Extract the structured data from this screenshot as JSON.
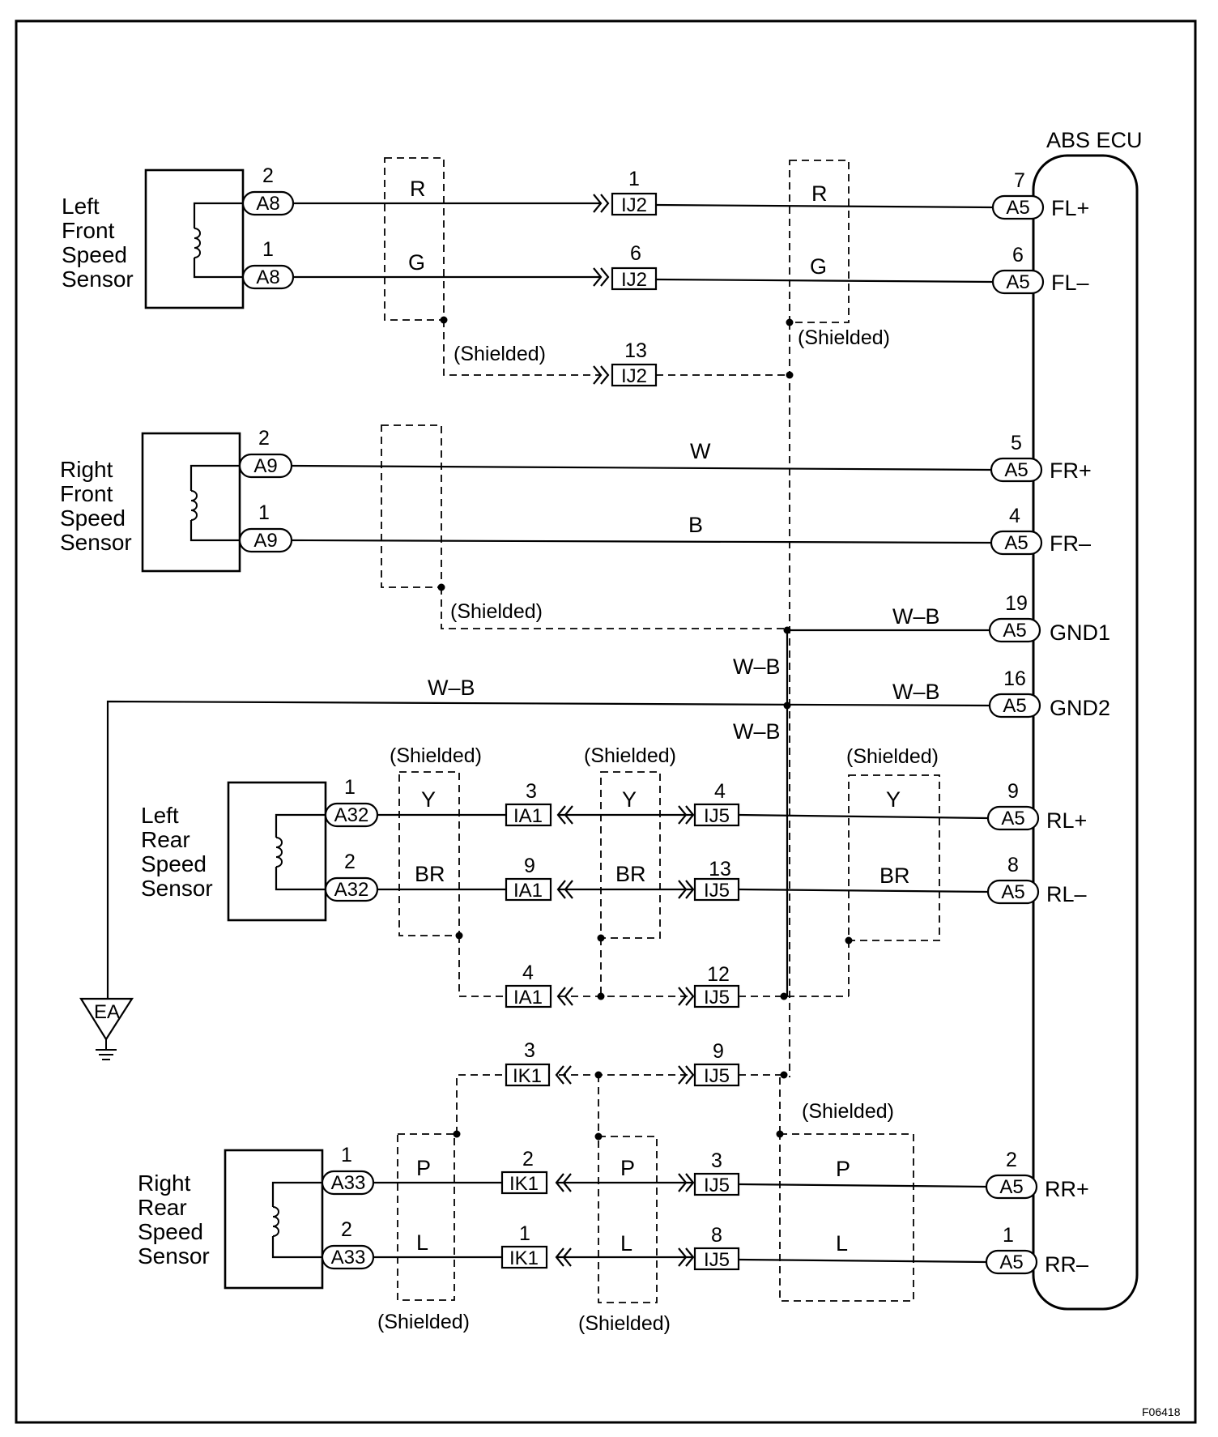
{
  "ecu": {
    "title": "ABS ECU",
    "terminals": [
      {
        "key": "fl_plus",
        "pin": "7",
        "connector": "A5",
        "name": "FL+"
      },
      {
        "key": "fl_minus",
        "pin": "6",
        "connector": "A5",
        "name": "FL–"
      },
      {
        "key": "fr_plus",
        "pin": "5",
        "connector": "A5",
        "name": "FR+"
      },
      {
        "key": "fr_minus",
        "pin": "4",
        "connector": "A5",
        "name": "FR–"
      },
      {
        "key": "gnd1",
        "pin": "19",
        "connector": "A5",
        "name": "GND1"
      },
      {
        "key": "gnd2",
        "pin": "16",
        "connector": "A5",
        "name": "GND2"
      },
      {
        "key": "rl_plus",
        "pin": "9",
        "connector": "A5",
        "name": "RL+"
      },
      {
        "key": "rl_minus",
        "pin": "8",
        "connector": "A5",
        "name": "RL–"
      },
      {
        "key": "rr_plus",
        "pin": "2",
        "connector": "A5",
        "name": "RR+"
      },
      {
        "key": "rr_minus",
        "pin": "1",
        "connector": "A5",
        "name": "RR–"
      }
    ]
  },
  "sensors": {
    "lf": {
      "lines": [
        "Left",
        "Front",
        "Speed",
        "Sensor"
      ],
      "pins": [
        {
          "pin": "2",
          "connector": "A8"
        },
        {
          "pin": "1",
          "connector": "A8"
        }
      ]
    },
    "rf": {
      "lines": [
        "Right",
        "Front",
        "Speed",
        "Sensor"
      ],
      "pins": [
        {
          "pin": "2",
          "connector": "A9"
        },
        {
          "pin": "1",
          "connector": "A9"
        }
      ]
    },
    "lr": {
      "lines": [
        "Left",
        "Rear",
        "Speed",
        "Sensor"
      ],
      "pins": [
        {
          "pin": "1",
          "connector": "A32"
        },
        {
          "pin": "2",
          "connector": "A32"
        }
      ]
    },
    "rr": {
      "lines": [
        "Right",
        "Rear",
        "Speed",
        "Sensor"
      ],
      "pins": [
        {
          "pin": "1",
          "connector": "A33"
        },
        {
          "pin": "2",
          "connector": "A33"
        }
      ]
    }
  },
  "inline_connectors": {
    "ij2_1": {
      "pin": "1",
      "name": "IJ2"
    },
    "ij2_6": {
      "pin": "6",
      "name": "IJ2"
    },
    "ij2_13": {
      "pin": "13",
      "name": "IJ2"
    },
    "ia1_3": {
      "pin": "3",
      "name": "IA1"
    },
    "ia1_9": {
      "pin": "9",
      "name": "IA1"
    },
    "ia1_4": {
      "pin": "4",
      "name": "IA1"
    },
    "ij5_4": {
      "pin": "4",
      "name": "IJ5"
    },
    "ij5_13": {
      "pin": "13",
      "name": "IJ5"
    },
    "ij5_12": {
      "pin": "12",
      "name": "IJ5"
    },
    "ik1_3": {
      "pin": "3",
      "name": "IK1"
    },
    "ij5_9": {
      "pin": "9",
      "name": "IJ5"
    },
    "ik1_2": {
      "pin": "2",
      "name": "IK1"
    },
    "ij5_3": {
      "pin": "3",
      "name": "IJ5"
    },
    "ik1_1": {
      "pin": "1",
      "name": "IK1"
    },
    "ij5_8": {
      "pin": "8",
      "name": "IJ5"
    }
  },
  "wire_colors": {
    "lf_r1": "R",
    "lf_r2": "R",
    "lf_g1": "G",
    "lf_g2": "G",
    "rf_w": "W",
    "rf_b": "B",
    "gnd1_wb": "W–B",
    "gnd2_wb": "W–B",
    "ground_wb": "W–B",
    "vert_wb1": "W–B",
    "vert_wb2": "W–B",
    "lr_y1": "Y",
    "lr_y2": "Y",
    "lr_y3": "Y",
    "lr_br1": "BR",
    "lr_br2": "BR",
    "lr_br3": "BR",
    "rr_p1": "P",
    "rr_p2": "P",
    "rr_p3": "P",
    "rr_l1": "L",
    "rr_l2": "L",
    "rr_l3": "L"
  },
  "shield_label": "(Shielded)",
  "ground": {
    "name": "EA"
  },
  "figure_code": "F06418"
}
